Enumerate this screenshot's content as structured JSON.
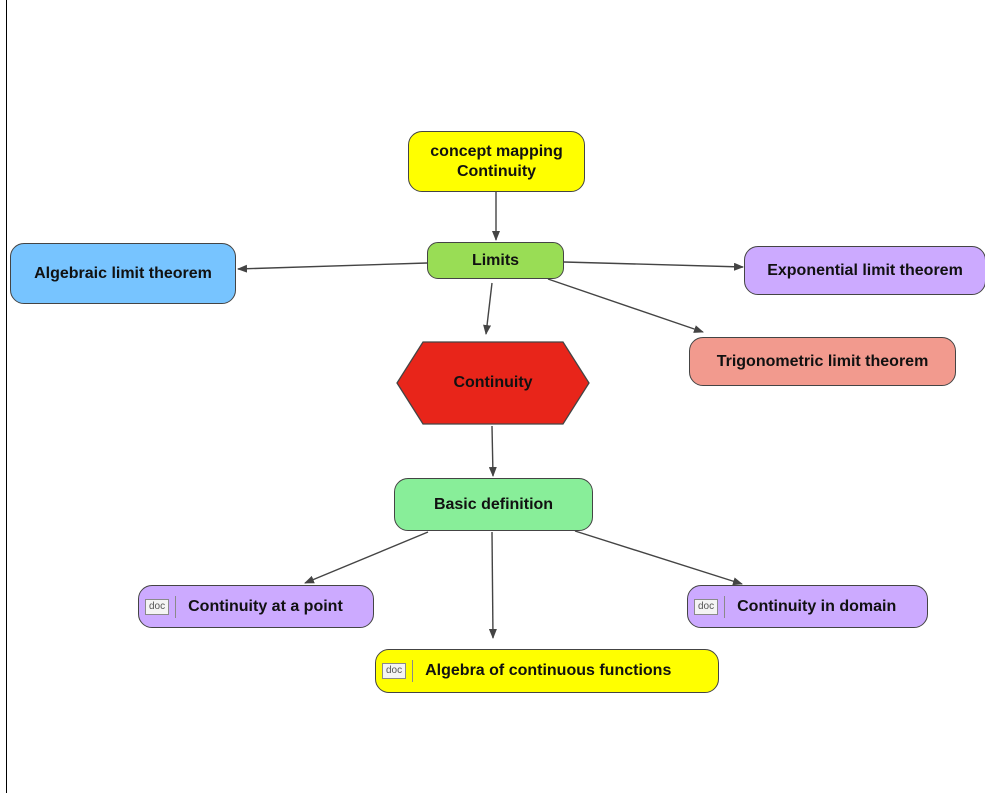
{
  "diagram": {
    "nodes": {
      "root": {
        "line1": "concept mapping",
        "line2": "Continuity",
        "fill": "#ffff00"
      },
      "limits": {
        "label": "Limits",
        "fill": "#99dd55"
      },
      "algebraic": {
        "label": "Algebraic limit theorem",
        "fill": "#77c4ff"
      },
      "exponential": {
        "label": "Exponential limit theorem",
        "fill": "#ccaaff"
      },
      "trigonometric": {
        "label": "Trigonometric limit theorem",
        "fill": "#f29a8e"
      },
      "continuity": {
        "label": "Continuity",
        "fill": "#e8251a",
        "shape": "hexagon"
      },
      "basic_definition": {
        "label": "Basic definition",
        "fill": "#88ee99"
      },
      "continuity_point": {
        "label": "Continuity at a point",
        "badge": "doc",
        "fill": "#ccaaff"
      },
      "continuity_domain": {
        "label": "Continuity in domain",
        "badge": "doc",
        "fill": "#ccaaff"
      },
      "algebra_functions": {
        "label": "Algebra of continuous functions",
        "badge": "doc",
        "fill": "#ffff00"
      }
    },
    "edges": [
      {
        "from": "root",
        "to": "limits"
      },
      {
        "from": "limits",
        "to": "algebraic"
      },
      {
        "from": "limits",
        "to": "exponential"
      },
      {
        "from": "limits",
        "to": "trigonometric"
      },
      {
        "from": "limits",
        "to": "continuity"
      },
      {
        "from": "continuity",
        "to": "basic_definition"
      },
      {
        "from": "basic_definition",
        "to": "continuity_point"
      },
      {
        "from": "basic_definition",
        "to": "continuity_domain"
      },
      {
        "from": "basic_definition",
        "to": "algebra_functions"
      }
    ],
    "edge_color": "#444444"
  }
}
